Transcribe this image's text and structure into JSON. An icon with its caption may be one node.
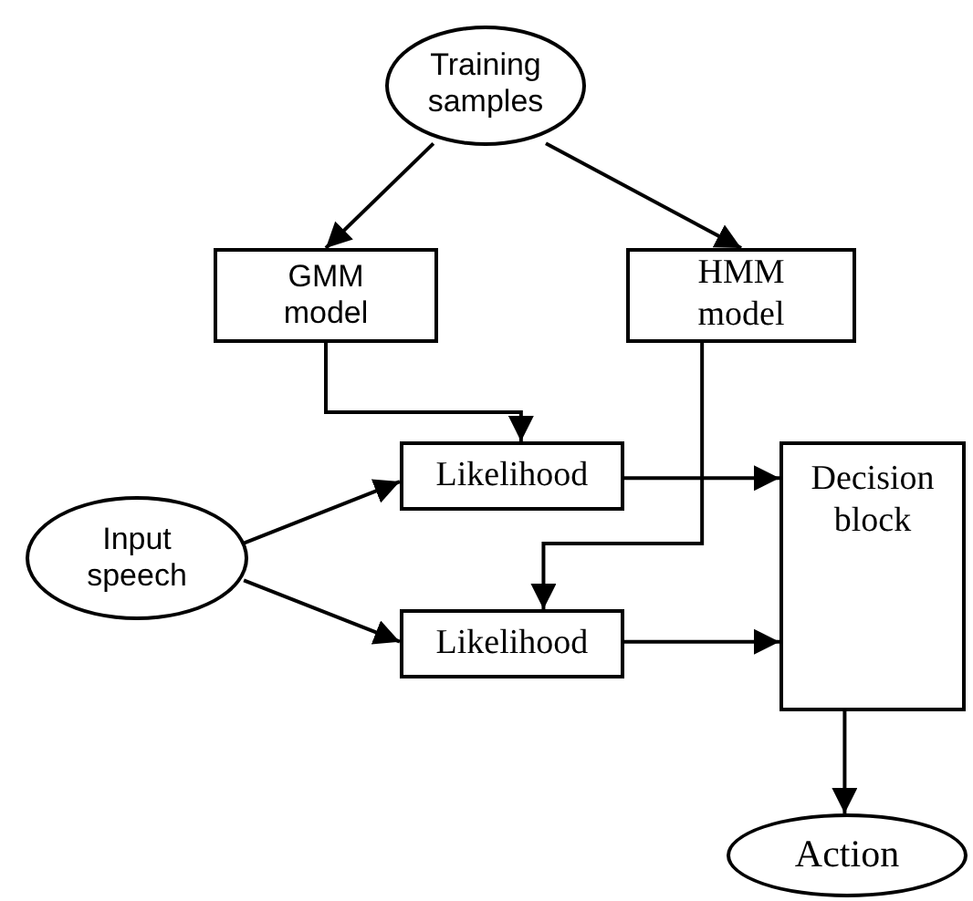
{
  "diagram": {
    "nodes": [
      {
        "text": [
          "Training samples"
        ]
      },
      {
        "text": [
          "GMM model"
        ]
      },
      {
        "text": [
          "HMM model"
        ]
      },
      {
        "text": [
          "Likelihood"
        ]
      },
      {
        "text": [
          "Decision block"
        ]
      },
      {
        "text": [
          "Input speech"
        ]
      },
      {
        "text": [
          "Likelihood"
        ]
      },
      {
        "text": [
          "Action"
        ]
      }
    ],
    "edges": [
      {
        "from": 0,
        "to": 1,
        "arrow": "to"
      },
      {
        "from": 0,
        "to": 2,
        "arrow": "to"
      },
      {
        "from": 1,
        "to": 3,
        "arrow": "to"
      },
      {
        "from": 2,
        "to": 6,
        "arrow": "to"
      },
      {
        "from": 5,
        "to": 3,
        "arrow": "to"
      },
      {
        "from": 5,
        "to": 6,
        "arrow": "to"
      },
      {
        "from": 3,
        "to": 4,
        "arrow": "to"
      },
      {
        "from": 6,
        "to": 4,
        "arrow": "to"
      },
      {
        "from": 4,
        "to": 7,
        "arrow": "to"
      }
    ]
  }
}
